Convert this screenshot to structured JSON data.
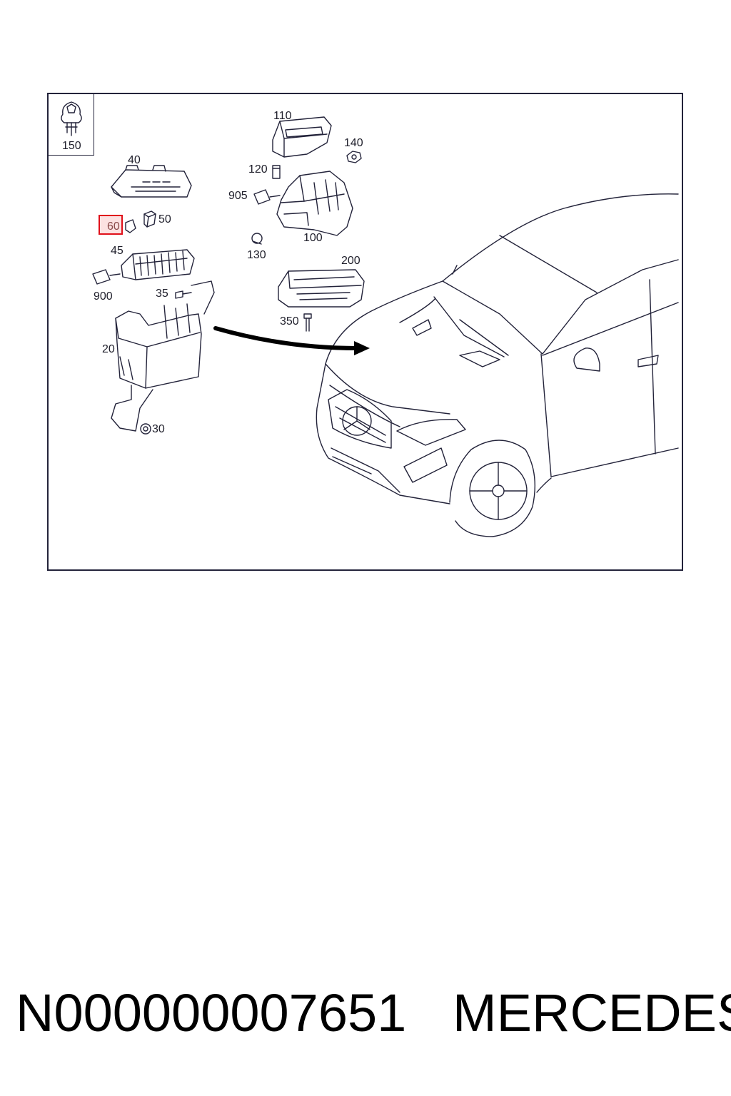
{
  "diagram": {
    "inset_label": "150",
    "callouts": [
      {
        "id": "110",
        "text": "110"
      },
      {
        "id": "140",
        "text": "140"
      },
      {
        "id": "40",
        "text": "40"
      },
      {
        "id": "120",
        "text": "120"
      },
      {
        "id": "905",
        "text": "905"
      },
      {
        "id": "60",
        "text": "60",
        "highlighted": true
      },
      {
        "id": "50",
        "text": "50"
      },
      {
        "id": "100",
        "text": "100"
      },
      {
        "id": "45",
        "text": "45"
      },
      {
        "id": "130",
        "text": "130"
      },
      {
        "id": "200",
        "text": "200"
      },
      {
        "id": "900",
        "text": "900"
      },
      {
        "id": "35",
        "text": "35"
      },
      {
        "id": "350",
        "text": "350"
      },
      {
        "id": "20",
        "text": "20"
      },
      {
        "id": "30",
        "text": "30"
      }
    ],
    "highlight_color": "#e0101a",
    "line_color": "#23233a"
  },
  "footer": {
    "part_number": "N000000007651",
    "brand": "MERCEDES"
  }
}
